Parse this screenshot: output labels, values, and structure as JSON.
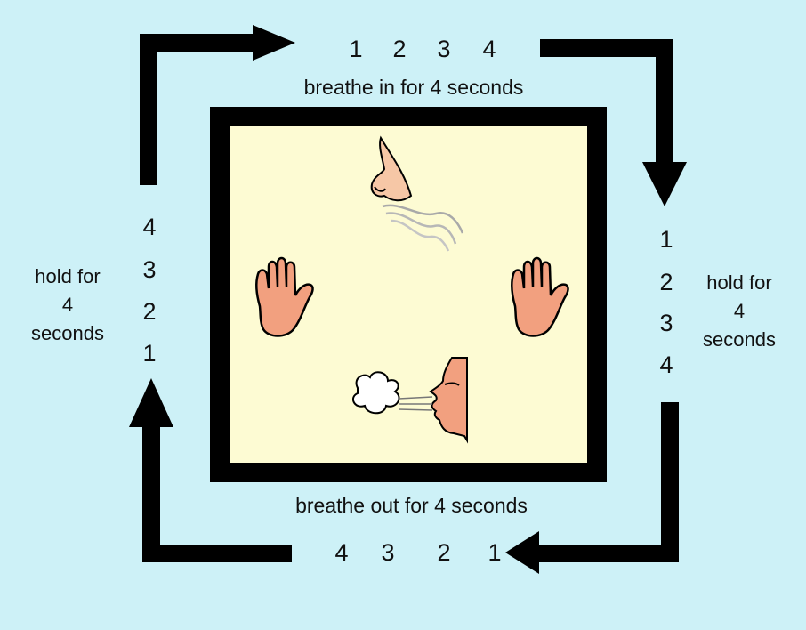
{
  "top": {
    "numbers": [
      "1",
      "2",
      "3",
      "4"
    ],
    "caption": "breathe in for 4 seconds"
  },
  "right": {
    "numbers": [
      "1",
      "2",
      "3",
      "4"
    ],
    "caption": [
      "hold for",
      "4",
      "seconds"
    ]
  },
  "bottom": {
    "numbers": [
      "4",
      "3",
      "2",
      "1"
    ],
    "caption": "breathe out for 4 seconds"
  },
  "left": {
    "numbers": [
      "4",
      "3",
      "2",
      "1"
    ],
    "caption": [
      "hold for",
      "4",
      "seconds"
    ]
  },
  "colors": {
    "background": "#cdf1f7",
    "box_fill": "#fdfbd3",
    "box_border": "#000000",
    "arrow": "#000000",
    "skin": "#f2a07f",
    "skin_light": "#f6c7a6"
  },
  "icons": [
    "nose-breath-icon",
    "left-hand-icon",
    "right-hand-icon",
    "face-blowing-icon"
  ]
}
